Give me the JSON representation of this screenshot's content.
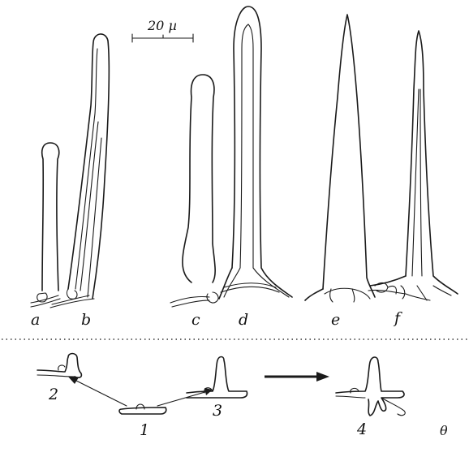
{
  "scale_bar": {
    "label": "20 µ"
  },
  "top_row_labels": [
    "a",
    "b",
    "c",
    "d",
    "e",
    "f"
  ],
  "bottom_row_labels": [
    "2",
    "3",
    "4",
    "1"
  ],
  "corner_mark": "θ"
}
